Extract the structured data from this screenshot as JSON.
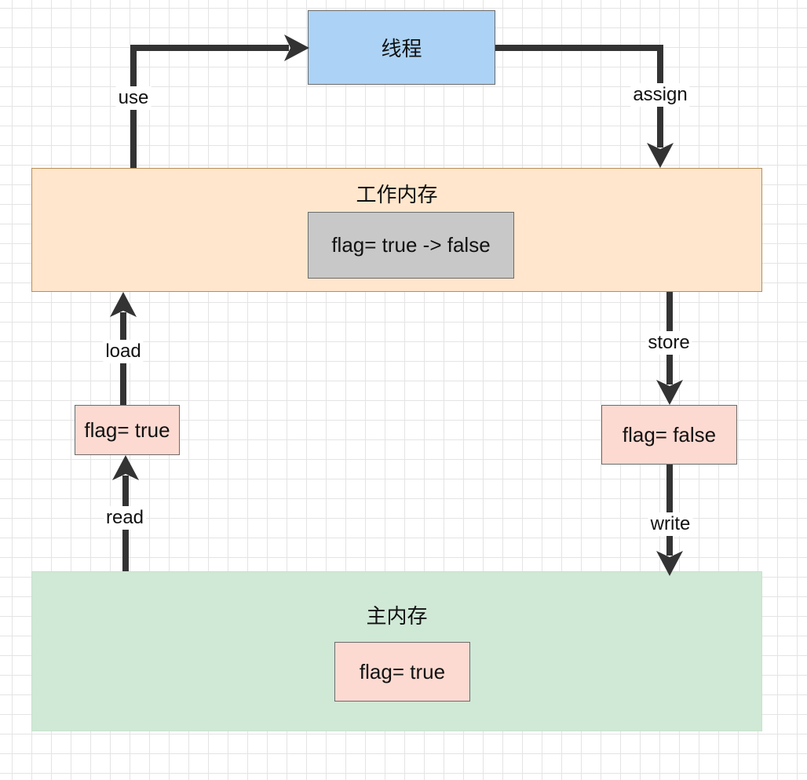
{
  "thread": {
    "label": "线程",
    "color": "#acd3f5"
  },
  "working_memory": {
    "title": "工作内存",
    "variable": "flag= true -> false",
    "color": "#ffe6cc",
    "variable_color": "#c8c8c8"
  },
  "main_memory": {
    "title": "主内存",
    "variable": "flag= true",
    "color": "#d0e8d6"
  },
  "left_flag": {
    "label": "flag= true"
  },
  "right_flag": {
    "label": "flag= false"
  },
  "flag_box_color": "#fddad1",
  "arrow_color": "#333333",
  "edges": {
    "use": "use",
    "assign": "assign",
    "load": "load",
    "read": "read",
    "store": "store",
    "write": "write"
  }
}
